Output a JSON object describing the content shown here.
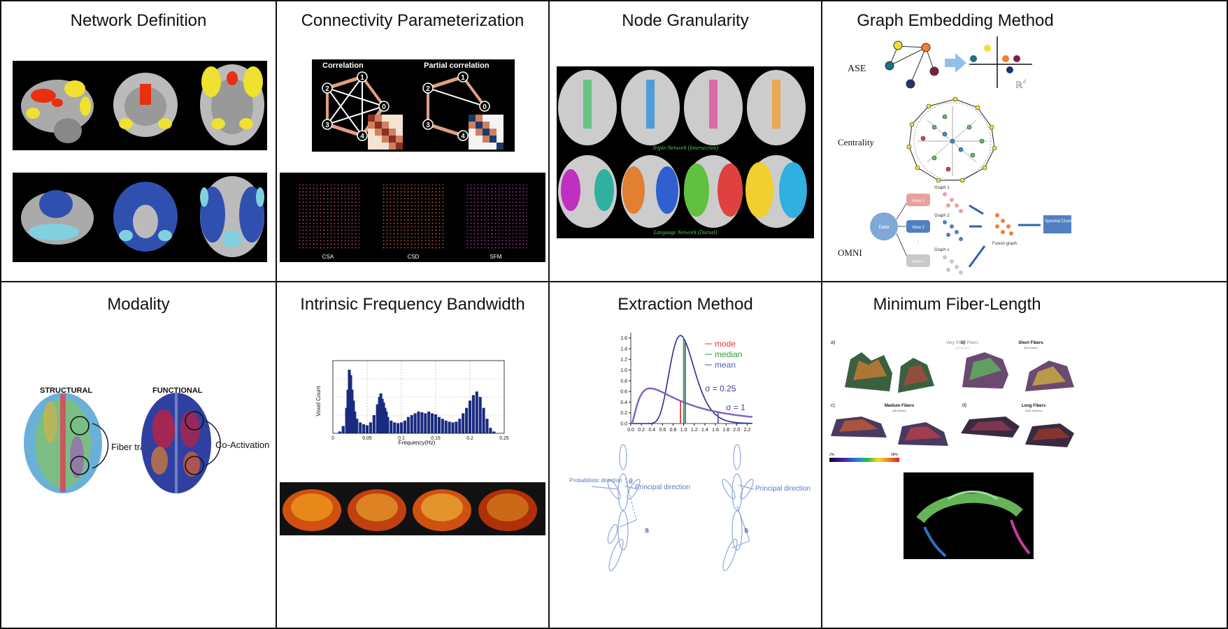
{
  "panels": {
    "network_definition": {
      "title": "Network Definition"
    },
    "connectivity": {
      "title": "Connectivity Parameterization",
      "corr_label": "Correlation",
      "pcorr_label": "Partial correlation",
      "nodes": [
        "0",
        "1",
        "2",
        "3",
        "4"
      ],
      "methods": [
        "CSA",
        "CSD",
        "SFM"
      ]
    },
    "node_granularity": {
      "title": "Node Granularity",
      "caption_top": "Triple-Network (Intersection)",
      "caption_bottom": "Language Network (Dorsal)"
    },
    "graph_embedding": {
      "title": "Graph Embedding Method",
      "ase_label": "ASE",
      "rd_label": "ℝ",
      "rd_sup": "d",
      "centrality_label": "Centrality",
      "omni_label": "OMNI",
      "data_label": "Data",
      "views": [
        "View 1",
        "View 2",
        "View v"
      ],
      "graphs": [
        "Graph 1",
        "Graph 2",
        "Graph v"
      ],
      "fusion_label": "Fusion graph",
      "spectral_label": "Spectral Clustering",
      "ellipsis": ":"
    },
    "modality": {
      "title": "Modality",
      "structural": "STRUCTURAL",
      "functional": "FUNCTIONAL",
      "fiber": "Fiber tracts",
      "coactivation": "Co-Activation"
    },
    "frequency": {
      "title": "Intrinsic Frequency Bandwidth"
    },
    "extraction": {
      "title": "Extraction Method",
      "legend": [
        "mode",
        "median",
        "mean"
      ],
      "sigma1": "σ = 0.25",
      "sigma2": "σ = 1",
      "prob_dir": "Probabilistic direction",
      "principal": "Principal direction",
      "principal2": "Principal direction",
      "theta": "θ",
      "s": "s"
    },
    "fiber_length": {
      "title": "Minimum Fiber-Length",
      "a": "a)",
      "b": "b)",
      "c": "c)",
      "d": "d)",
      "very_short": "Very Short Fibers",
      "very_short_range": "(10-12mm)",
      "short": "Short Fibers",
      "short_range": "(50-52mm)",
      "medium": "Medium Fibers",
      "medium_range": "(80-82mm)",
      "long": "Long Fibers",
      "long_range": "(160-162mm)",
      "scale_min": "2%",
      "scale_max": "98%"
    }
  },
  "chart_data": [
    {
      "type": "bar",
      "xlabel": "Frequency(Hz)",
      "ylabel": "Voxel Count",
      "xticks": [
        "0",
        "0.05",
        "0.1",
        "0.15",
        "0.2",
        "0.25"
      ],
      "xlim": [
        0,
        0.25
      ],
      "ylim": [
        0,
        200
      ],
      "grid": true,
      "x": [
        0.005,
        0.01,
        0.015,
        0.02,
        0.022,
        0.024,
        0.026,
        0.028,
        0.03,
        0.032,
        0.035,
        0.04,
        0.045,
        0.05,
        0.055,
        0.06,
        0.065,
        0.068,
        0.07,
        0.072,
        0.074,
        0.076,
        0.078,
        0.08,
        0.085,
        0.09,
        0.095,
        0.1,
        0.105,
        0.11,
        0.115,
        0.12,
        0.125,
        0.13,
        0.135,
        0.14,
        0.145,
        0.15,
        0.155,
        0.16,
        0.165,
        0.17,
        0.175,
        0.18,
        0.185,
        0.19,
        0.195,
        0.2,
        0.205,
        0.21,
        0.215,
        0.22,
        0.225,
        0.23,
        0.235,
        0.24
      ],
      "values": [
        0,
        5,
        20,
        70,
        120,
        175,
        160,
        120,
        90,
        60,
        40,
        30,
        25,
        22,
        30,
        50,
        80,
        100,
        110,
        95,
        85,
        70,
        60,
        45,
        35,
        30,
        28,
        30,
        35,
        45,
        50,
        55,
        60,
        58,
        55,
        60,
        55,
        52,
        45,
        40,
        35,
        32,
        30,
        32,
        40,
        55,
        70,
        90,
        105,
        115,
        100,
        70,
        40,
        15,
        5,
        0
      ]
    },
    {
      "type": "line",
      "xlim": [
        0,
        2.3
      ],
      "ylim": [
        0,
        1.7
      ],
      "xticks": [
        "0.0",
        "0.2",
        "0.4",
        "0.6",
        "0.8",
        "1.0",
        "1.2",
        "1.4",
        "1.6",
        "1.8",
        "2.0",
        "2.2"
      ],
      "yticks": [
        "0.0",
        "0.2",
        "0.4",
        "0.6",
        "0.8",
        "1.0",
        "1.2",
        "1.4",
        "1.6"
      ],
      "series": [
        {
          "name": "σ = 0.25",
          "distribution": "lognormal",
          "mu": 0,
          "sigma": 0.25
        },
        {
          "name": "σ = 1",
          "distribution": "lognormal",
          "mu": 0,
          "sigma": 1
        }
      ],
      "markers": [
        {
          "name": "mode",
          "values": [
            0.37,
            0.94
          ],
          "color": "#e0393e"
        },
        {
          "name": "median",
          "values": [
            1.0
          ],
          "color": "#2ca02c"
        },
        {
          "name": "mean",
          "values": [
            1.03,
            1.65
          ],
          "color": "#5060b0"
        }
      ]
    }
  ]
}
